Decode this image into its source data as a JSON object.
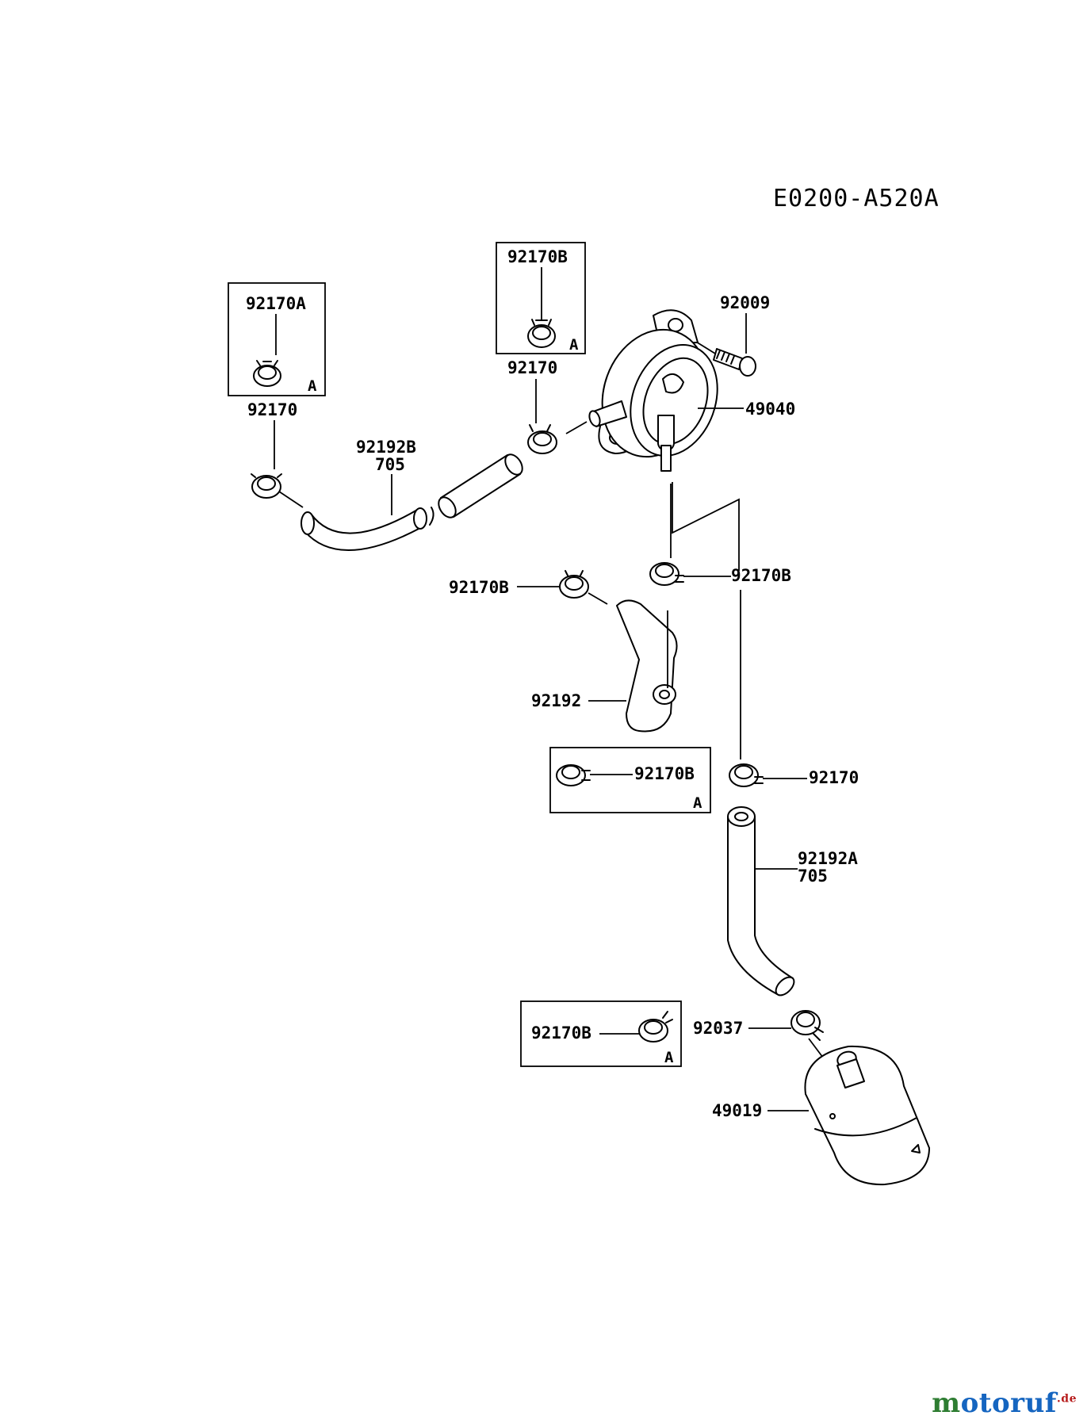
{
  "diagram": {
    "code": "E0200-A520A",
    "labels": {
      "clamp_a_inset": "92170A",
      "clamp_b_inset_top": "92170B",
      "clamp_left": "92170",
      "clamp_pump_inlet": "92170",
      "bolt": "92009",
      "fuel_pump": "49040",
      "hose_b": "92192B",
      "hose_b_qty": "705",
      "clamp_b_left": "92170B",
      "clamp_b_right": "92170B",
      "hose": "92192",
      "clamp_b_inset_mid": "92170B",
      "clamp_lower": "92170",
      "hose_a": "92192A",
      "hose_a_qty": "705",
      "clamp_filter": "92037",
      "clamp_b_inset_bottom": "92170B",
      "fuel_filter": "49019"
    },
    "inset_marker": "A"
  },
  "watermark": {
    "m": "m",
    "rest": "otoruf",
    "tld": ".de"
  }
}
